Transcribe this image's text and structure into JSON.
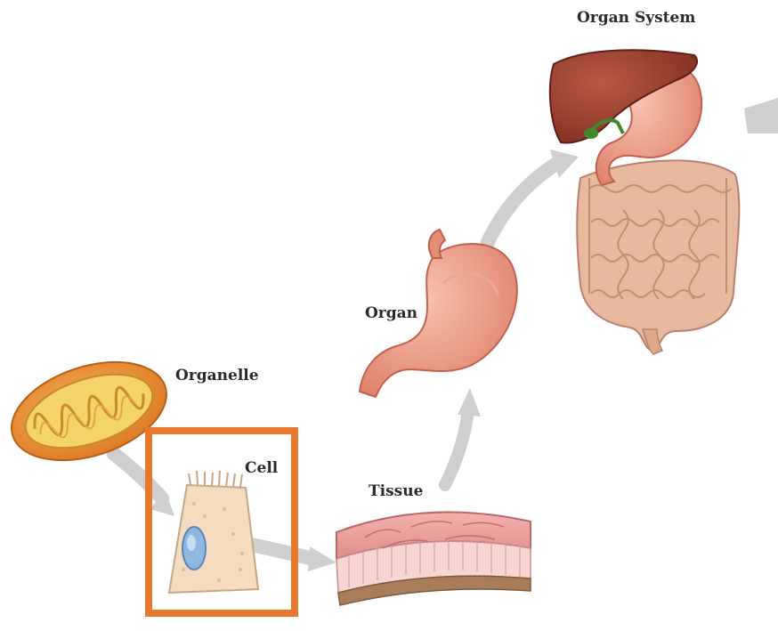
{
  "labels": {
    "organelle": "Organelle",
    "cell": "Cell",
    "tissue": "Tissue",
    "organ": "Organ",
    "organ_system": "Organ System"
  },
  "highlight": {
    "target": "cell",
    "color": "#E8782E"
  },
  "colors": {
    "arrow": "#c9c9c9",
    "mitochondrion_outer": "#e8872c",
    "mitochondrion_inner": "#f2d25c",
    "cell_body": "#f3dcc2",
    "nucleus": "#8fb7e0",
    "tissue": "#e79a9a",
    "stomach": "#ee9a86",
    "liver": "#9c3f2f",
    "intestine": "#e6b79e",
    "gallbladder": "#3f8a2c"
  },
  "icons": [
    "mitochondrion-icon",
    "epithelial-cell-icon",
    "tissue-block-icon",
    "stomach-icon",
    "digestive-system-icon"
  ]
}
